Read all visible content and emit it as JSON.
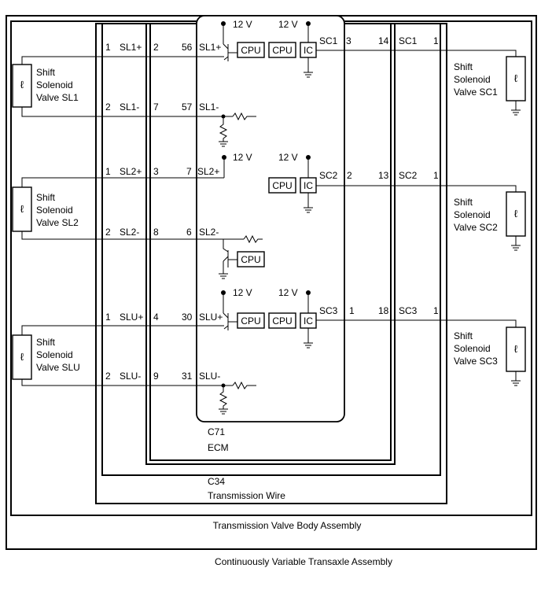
{
  "supply_label": "12 V",
  "ecm": {
    "code": "C71",
    "name": "ECM"
  },
  "transmission_wire": {
    "code": "C34",
    "name": "Transmission Wire"
  },
  "valve_body_label": "Transmission Valve Body Assembly",
  "transaxle_label": "Continuously Variable Transaxle Assembly",
  "chip_labels": {
    "cpu": "CPU",
    "ic": "IC"
  },
  "left_solenoids": [
    {
      "name_lines": [
        "Shift",
        "Solenoid",
        "Valve SL1"
      ],
      "pos": {
        "pin": "1",
        "wire": "SL1+",
        "conn": "2",
        "ecm_pin": "56",
        "ecm_name": "SL1+"
      },
      "neg": {
        "pin": "2",
        "wire": "SL1-",
        "conn": "7",
        "ecm_pin": "57",
        "ecm_name": "SL1-"
      }
    },
    {
      "name_lines": [
        "Shift",
        "Solenoid",
        "Valve SL2"
      ],
      "pos": {
        "pin": "1",
        "wire": "SL2+",
        "conn": "3",
        "ecm_pin": "7",
        "ecm_name": "SL2+"
      },
      "neg": {
        "pin": "2",
        "wire": "SL2-",
        "conn": "8",
        "ecm_pin": "6",
        "ecm_name": "SL2-"
      }
    },
    {
      "name_lines": [
        "Shift",
        "Solenoid",
        "Valve SLU"
      ],
      "pos": {
        "pin": "1",
        "wire": "SLU+",
        "conn": "4",
        "ecm_pin": "30",
        "ecm_name": "SLU+"
      },
      "neg": {
        "pin": "2",
        "wire": "SLU-",
        "conn": "9",
        "ecm_pin": "31",
        "ecm_name": "SLU-"
      }
    }
  ],
  "right_solenoids": [
    {
      "name_lines": [
        "Shift",
        "Solenoid",
        "Valve SC1"
      ],
      "ecm_name": "SC1",
      "conn": "3",
      "ecm_pin": "14",
      "wire": "SC1",
      "pin": "1"
    },
    {
      "name_lines": [
        "Shift",
        "Solenoid",
        "Valve SC2"
      ],
      "ecm_name": "SC2",
      "conn": "2",
      "ecm_pin": "13",
      "wire": "SC2",
      "pin": "1"
    },
    {
      "name_lines": [
        "Shift",
        "Solenoid",
        "Valve SC3"
      ],
      "ecm_name": "SC3",
      "conn": "1",
      "ecm_pin": "18",
      "wire": "SC3",
      "pin": "1"
    }
  ]
}
